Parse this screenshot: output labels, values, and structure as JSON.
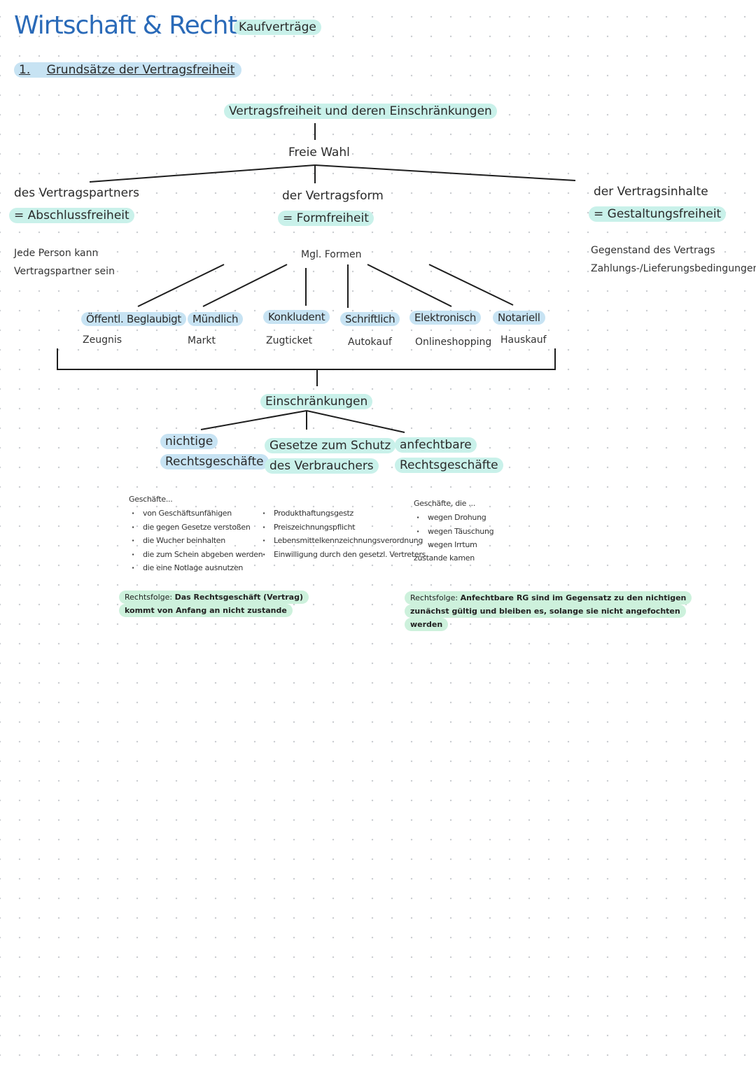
{
  "header": {
    "title": "Wirtschaft & Recht",
    "topic": "Kaufverträge"
  },
  "section": {
    "number": "1.",
    "title": "Grundsätze der Vertragsfreiheit"
  },
  "diagram": {
    "root": "Vertragsfreiheit und deren Einschränkungen",
    "choice": "Freie Wahl",
    "branches": {
      "left": {
        "label": "des Vertragspartners",
        "term": "= Abschlussfreiheit",
        "desc1": "Jede Person kann",
        "desc2": "Vertragspartner sein"
      },
      "middle": {
        "label": "der Vertragsform",
        "term": "= Formfreiheit",
        "sub": "Mgl. Formen"
      },
      "right": {
        "label": "der Vertragsinhalte",
        "term": "= Gestaltungsfreiheit",
        "desc1": "Gegenstand des Vertrags",
        "desc2": "Zahlungs-/Lieferungsbedingungen"
      }
    },
    "forms": [
      {
        "name": "Öffentl. Beglaubigt",
        "example": "Zeugnis"
      },
      {
        "name": "Mündlich",
        "example": "Markt"
      },
      {
        "name": "Konkludent",
        "example": "Zugticket"
      },
      {
        "name": "Schriftlich",
        "example": "Autokauf"
      },
      {
        "name": "Elektronisch",
        "example": "Onlineshopping"
      },
      {
        "name": "Notariell",
        "example": "Hauskauf"
      }
    ],
    "restrictions": {
      "title": "Einschränkungen",
      "void": {
        "line1": "nichtige",
        "line2": "Rechtsgeschäfte",
        "intro": "Geschäfte...",
        "items": [
          "von Geschäftsunfähigen",
          "die gegen Gesetze verstoßen",
          "die Wucher beinhalten",
          "die zum Schein abgeben werden",
          "die eine Notlage ausnutzen"
        ],
        "consequence_label": "Rechtsfolge:",
        "consequence_1": "Das Rechtsgeschäft (Vertrag)",
        "consequence_2": "kommt von Anfang an nicht zustande"
      },
      "laws": {
        "line1": "Gesetze zum Schutz",
        "line2": "des Verbrauchers",
        "items": [
          "Produkthaftungsgestz",
          "Preiszeichnungspflicht",
          "Lebensmittelkennzeichnungsverordnung",
          "Einwilligung durch den gesetzl. Vertreters"
        ]
      },
      "voidable": {
        "line1": "anfechtbare",
        "line2": "Rechtsgeschäfte",
        "intro": "Geschäfte, die ...",
        "items": [
          "wegen Drohung",
          "wegen Täuschung",
          "wegen Irrtum"
        ],
        "outro": "zustande kamen",
        "consequence_label": "Rechtsfolge:",
        "consequence_1": "Anfechtbare RG sind im Gegensatz zu den nichtigen",
        "consequence_2": "zunächst gültig und bleiben es, solange sie nicht angefochten",
        "consequence_3": "werden"
      }
    }
  },
  "colors": {
    "title": "#2a6ab8",
    "teal_highlight": "#c9f1ea",
    "blue_highlight": "#c7e3f3",
    "green_highlight": "#cdf1dc"
  }
}
